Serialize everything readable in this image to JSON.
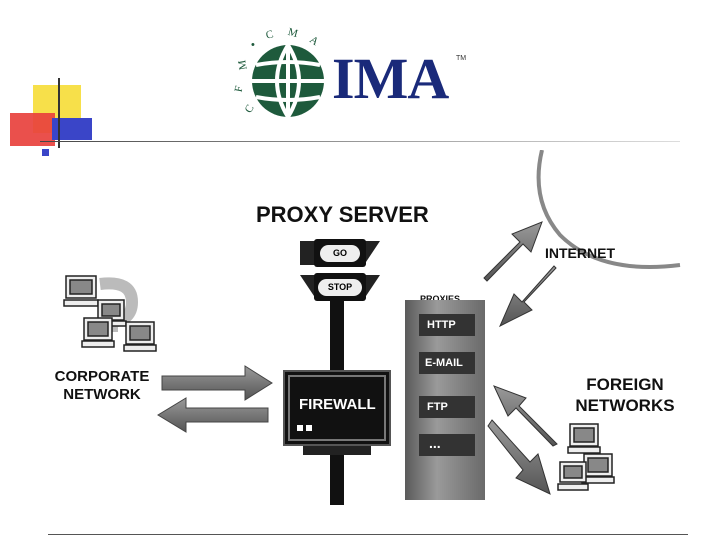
{
  "logo": {
    "name": "IMA",
    "trademark": "TM",
    "ring_letters": [
      "C",
      "F",
      "M",
      "•",
      "C",
      "M",
      "A"
    ]
  },
  "diagram": {
    "title": "PROXY SERVER",
    "traffic_light": {
      "go_label": "GO",
      "stop_label": "STOP"
    },
    "firewall_label": "FIREWALL",
    "proxies": {
      "title": "PROXIES",
      "items": [
        "HTTP",
        "E-MAIL",
        "FTP",
        "..."
      ]
    },
    "internet_label": "INTERNET",
    "corporate_label": [
      "CORPORATE",
      "NETWORK"
    ],
    "foreign_label": [
      "FOREIGN",
      "NETWORKS"
    ]
  },
  "colors": {
    "logo_green": "#1e5a3c",
    "logo_blue": "#1a2a7a",
    "deco_yellow": "#f7e04a",
    "deco_red": "#e8413d",
    "deco_blue": "#3a45c8"
  }
}
